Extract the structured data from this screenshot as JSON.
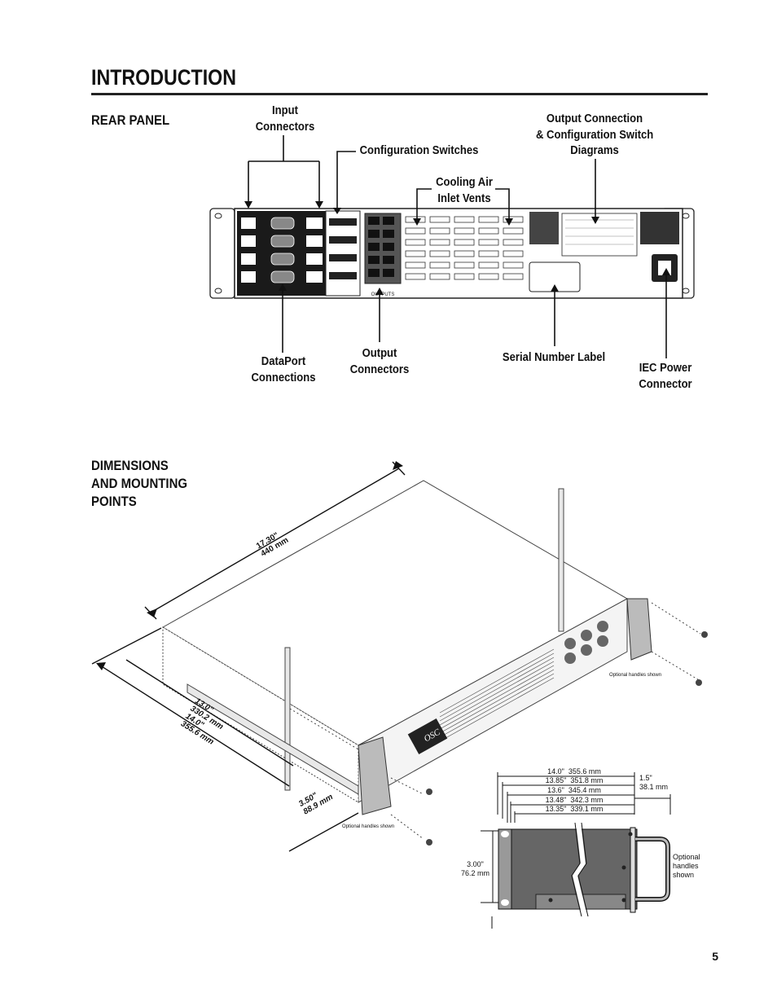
{
  "page": {
    "title": "INTRODUCTION",
    "page_number": "5"
  },
  "rear_panel": {
    "heading": "REAR PANEL",
    "callouts": {
      "input_connectors": [
        "Input",
        "Connectors"
      ],
      "configuration_switches": "Configuration Switches",
      "cooling_air": [
        "Cooling Air",
        "Inlet Vents"
      ],
      "output_diagrams": [
        "Output Connection",
        "& Configuration Switch",
        "Diagrams"
      ],
      "dataport": [
        "DataPort",
        "Connections"
      ],
      "output_connectors": [
        "Output",
        "Connectors"
      ],
      "serial_label": "Serial Number Label",
      "iec_power": [
        "IEC Power",
        "Connector"
      ]
    },
    "panel_text": {
      "outputs": "OUTPUTS"
    }
  },
  "dimensions": {
    "heading": [
      "DIMENSIONS",
      "AND MOUNTING",
      "POINTS"
    ],
    "depth_overall": [
      "17.30\"",
      "440 mm"
    ],
    "depth_rails": [
      "13.0\"",
      "330.2 mm"
    ],
    "depth_14": [
      "14.0\"",
      "355.6 mm"
    ],
    "height": [
      "3.50\"",
      "88.9 mm"
    ],
    "optional_handles": "Optional handles shown",
    "side_view": {
      "rows": [
        [
          "14.0\"",
          "355.6 mm"
        ],
        [
          "13.85\"",
          "351.8 mm"
        ],
        [
          "13.6\"",
          "345.4 mm"
        ],
        [
          "13.48\"",
          "342.3 mm"
        ],
        [
          "13.35\"",
          "339.1 mm"
        ]
      ],
      "handle_depth": [
        "1.5\"",
        "38.1 mm"
      ],
      "height": [
        "3.00\"",
        "76.2 mm"
      ],
      "handles_note": [
        "Optional",
        "handles",
        "shown"
      ]
    },
    "brand": "OSC"
  }
}
